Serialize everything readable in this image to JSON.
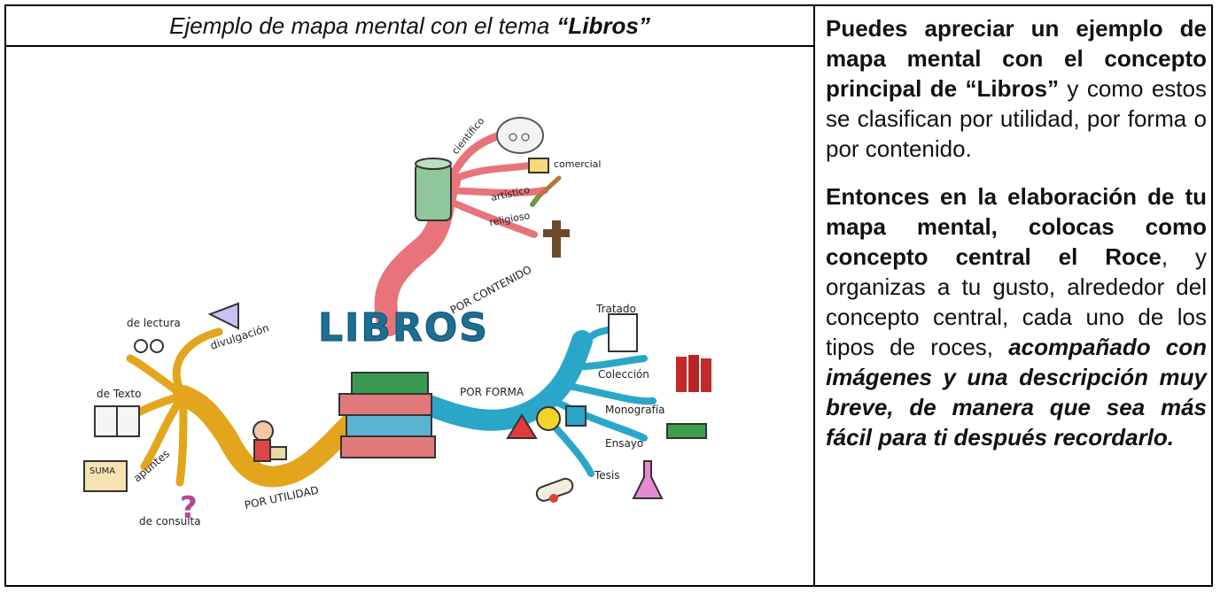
{
  "caption": {
    "prefix": "Ejemplo de mapa mental con el tema",
    "topic": "“Libros”"
  },
  "mindmap": {
    "center": "LIBROS",
    "branches": {
      "contenido": "POR CONTENIDO",
      "forma": "POR FORMA",
      "utilidad": "POR UTILIDAD"
    },
    "contenido_items": [
      "científico",
      "comercial",
      "artístico",
      "religioso"
    ],
    "forma_items": [
      "Tratado",
      "Colección",
      "Monografía",
      "Ensayo",
      "Tesis"
    ],
    "utilidad_items": [
      "de lectura",
      "divulgación",
      "de Texto",
      "apuntes",
      "de consulta",
      "SUMA"
    ],
    "colors": {
      "contenido": "#e8737a",
      "forma": "#2aa6c8",
      "utilidad": "#e3a51c",
      "title": "#1b6f93"
    }
  },
  "paragraph1": {
    "bold1": "Puedes apreciar un ejemplo de mapa mental con el concepto principal de “Libros”",
    "rest": " y como estos se clasifican por utilidad, por forma o por contenido."
  },
  "paragraph2": {
    "bold1": "Entonces en la elaboración de tu mapa mental, colocas como concepto central el Roce",
    "mid": ", y organizas a tu gusto, alrededor del concepto central, cada uno de los tipos de roces, ",
    "bolditalic": "acompañado con imágenes y una descripción muy breve, de manera que sea más fácil para ti después recordarlo."
  }
}
